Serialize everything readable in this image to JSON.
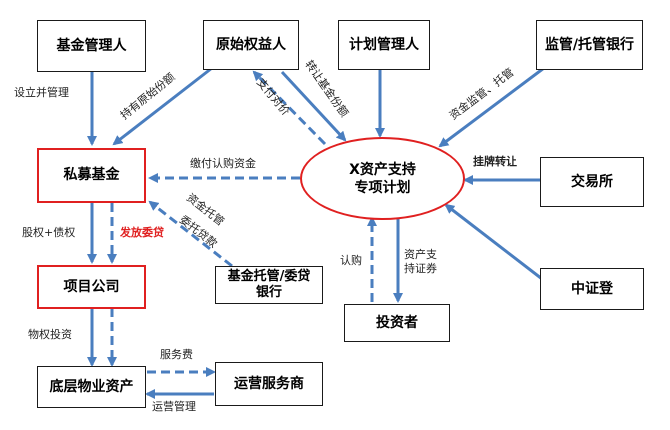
{
  "nodes": {
    "fund_manager": "基金管理人",
    "original_owner": "原始权益人",
    "plan_manager": "计划管理人",
    "custodian_bank": "监管/托管银行",
    "private_fund": "私募基金",
    "abs_plan_line1": "X资产支持",
    "abs_plan_line2": "专项计划",
    "exchange": "交易所",
    "project_company": "项目公司",
    "fund_trustee_line1": "基金托管/委贷",
    "fund_trustee_line2": "银行",
    "csdc": "中证登",
    "investors": "投资者",
    "property_assets": "底层物业资产",
    "operator": "运营服务商"
  },
  "edges": {
    "establish_manage": "设立并管理",
    "hold_original_share": "持有原始份额",
    "pay_consideration": "支付对价",
    "transfer_fund_share": "转让基金份额",
    "supervision_custody": "资金监管、托管",
    "pay_subscription": "缴付认购资金",
    "listing_transfer": "挂牌转让",
    "fund_custody": "资金托管",
    "entrusted_loan": "委托贷款",
    "equity_debt": "股权+债权",
    "issue_loan": "发放委贷",
    "subscribe": "认购",
    "asset_backed_securities": "资产支持证券",
    "property_investment": "物权投资",
    "service_fee": "服务费",
    "operation_management": "运营管理"
  },
  "colors": {
    "arrow": "#4a7ebf",
    "highlight": "#e02020",
    "border": "#1a1a1a"
  }
}
